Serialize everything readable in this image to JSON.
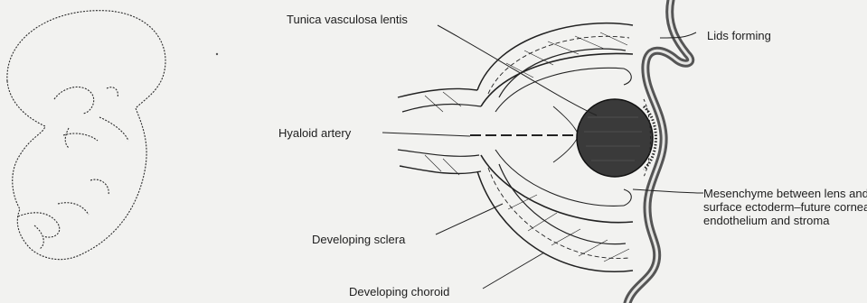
{
  "labels": {
    "tunica": "Tunica vasculosa lentis",
    "lids": "Lids forming",
    "hyaloid": "Hyaloid artery",
    "sclera": "Developing sclera",
    "choroid": "Developing choroid",
    "mesenchyme": "Mesenchyme between lens and surface ectoderm–future corneal endothelium and stroma"
  },
  "colors": {
    "background": "#f2f2f0",
    "ink": "#1e1e1e",
    "lens": "#3a3a3a"
  }
}
